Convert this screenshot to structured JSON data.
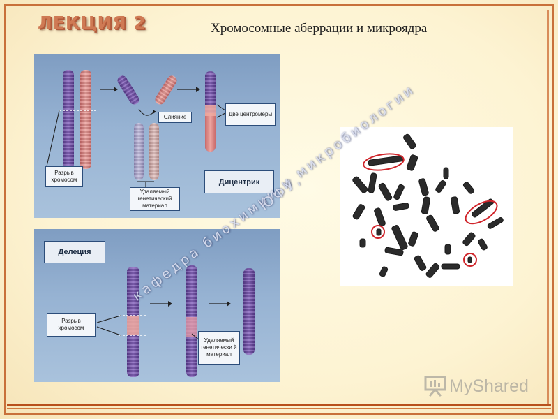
{
  "slide": {
    "lecture_title": "ЛЕКЦИЯ 2",
    "title": "Хромосомные аберрации и микроядра"
  },
  "dicentric_panel": {
    "labels": {
      "break": "Разрыв хромосом",
      "fusion": "Слияние",
      "two_centromeres": "Две центромеры",
      "removed_material": "Удаляемый генетический материал",
      "name": "Дицентрик"
    }
  },
  "deletion_panel": {
    "labels": {
      "name": "Делеция",
      "break": "Разрыв хромосом",
      "removed_material": "Удаляемый генетически й материал"
    }
  },
  "watermark": {
    "line1": "кафедра биохимии и микробиологии",
    "line2": "ЮФУ,"
  },
  "brand": {
    "text": "MyShared"
  },
  "colors": {
    "frame": "#c8703a",
    "title_accent": "#cf7a54",
    "circle_highlight": "#d0242a"
  }
}
